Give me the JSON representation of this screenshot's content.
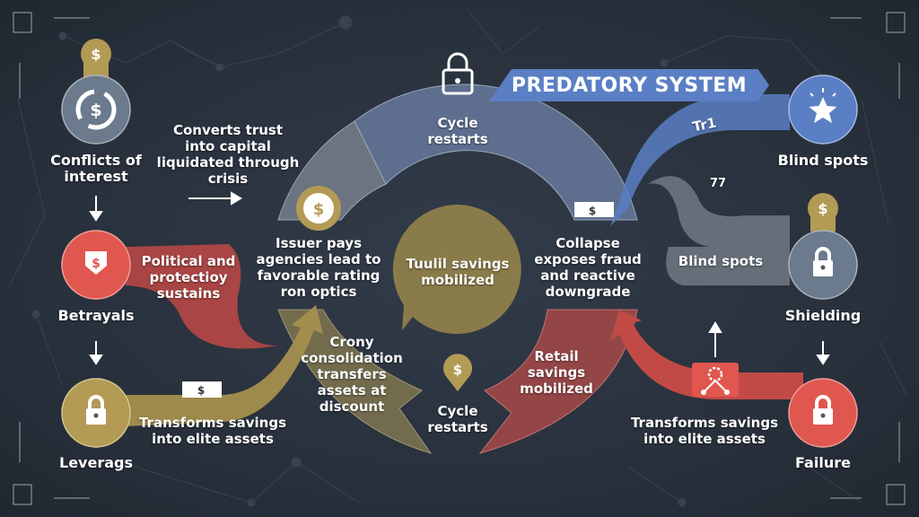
{
  "title": "PREDATORY SYSTEM",
  "colors": {
    "background": "#28313d",
    "blue": "#5b7fc4",
    "red": "#e0574f",
    "gold": "#b39a55",
    "slate": "#6b7a8c",
    "olive": "#8a7b4a"
  },
  "left_column": {
    "nodes": [
      {
        "label": "Conflicts of interest",
        "icon": "dollar-cycle-icon"
      },
      {
        "label": "Betrayals",
        "icon": "dollar-tag-icon"
      },
      {
        "label": "Leverags",
        "icon": "lock-icon"
      }
    ],
    "captions": {
      "top": "Converts trust into capital liquidated through crisis",
      "red_flow": "Political and protectioy sustains",
      "gold_flow": "Transforms savings into elite assets"
    }
  },
  "center": {
    "top_label": "Cycle restarts",
    "core_label": "Tuulil savings mobilized",
    "left_label": "Issuer pays agencies lead to favorable rating ron optics",
    "right_label": "Collapse exposes fraud and reactive downgrade",
    "lower_left_label": "Crony consolidation transfers assets at discount",
    "bottom_label": "Cycle restarts",
    "lower_right_label": "Retail savings mobilized",
    "bill_symbol": "$"
  },
  "right_column": {
    "nodes": [
      {
        "label": "Blind spots",
        "icon": "star-icon"
      },
      {
        "label": "Shielding",
        "icon": "lock-icon"
      },
      {
        "label": "Failure",
        "icon": "lock-icon"
      }
    ],
    "captions": {
      "blue_flow": "Tr1",
      "gray_flow_mark": "77",
      "gray_flow": "Blind spots",
      "red_flow": "Transforms savings into elite assets"
    }
  }
}
